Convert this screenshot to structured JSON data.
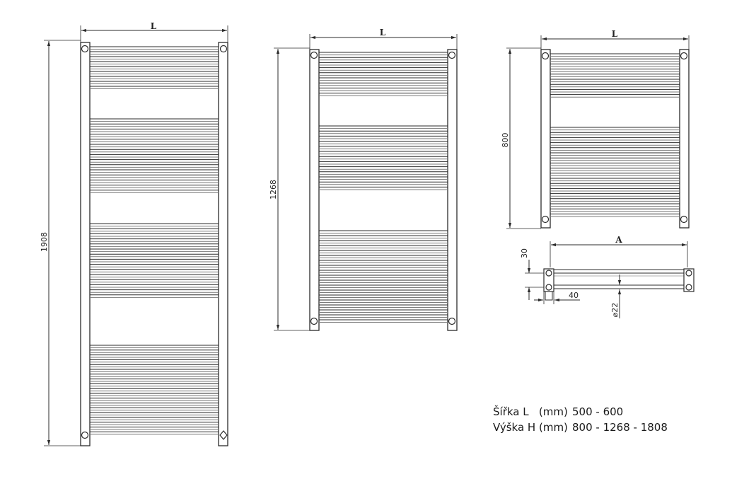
{
  "drawings": {
    "large": {
      "height_label": "1908",
      "width_label": "L"
    },
    "medium": {
      "height_label": "1268",
      "width_label": "L"
    },
    "small": {
      "height_label": "800",
      "width_label": "L"
    },
    "side_view": {
      "width_label": "A",
      "offset_label": "30",
      "depth_label": "40",
      "diameter_label": "⌀22"
    }
  },
  "specs": [
    {
      "label": "Šířka L   (mm)",
      "value": "500 - 600"
    },
    {
      "label": "Výška H (mm)",
      "value": "800 - 1268 - 1808"
    }
  ],
  "colors": {
    "line": "#2b2b2b",
    "rail": "#555555",
    "background": "#ffffff"
  }
}
